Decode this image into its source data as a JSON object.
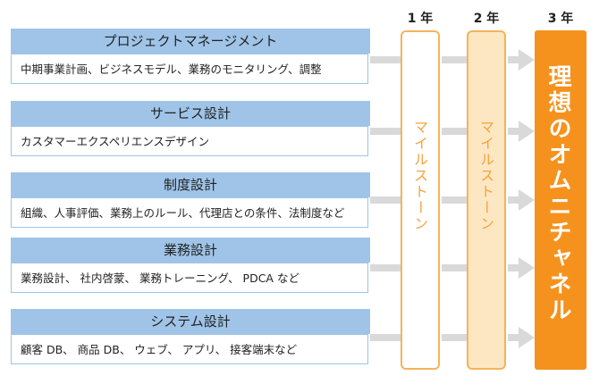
{
  "rows": [
    {
      "title": "プロジェクトマネージメント",
      "detail": "中期事業計画、ビジネスモデル、業務のモニタリング、調整"
    },
    {
      "title": "サービス設計",
      "detail": "カスタマーエクスペリエンスデザイン"
    },
    {
      "title": "制度設計",
      "detail": "組織、人事評価、業務上のルール、代理店との条件、法制度など"
    },
    {
      "title": "業務設計",
      "detail": "業務設計、 社内啓蒙、 業務トレーニング、 PDCA など"
    },
    {
      "title": "システム設計",
      "detail": "顧客 DB、 商品 DB、 ウェブ、 アプリ、 接客端末など"
    }
  ],
  "years": {
    "y1": "1 年",
    "y2": "2 年",
    "y3": "3 年"
  },
  "milestones": {
    "m1": "マイルストーン",
    "m2": "マイルストーン"
  },
  "goal": "理想のオムニチャネル",
  "colors": {
    "row_header": "#9fc4e8",
    "milestone_border": "#f5b35a",
    "milestone_fill": "#fde7c3",
    "goal": "#f5921e",
    "arrow": "#d9d9d9"
  }
}
